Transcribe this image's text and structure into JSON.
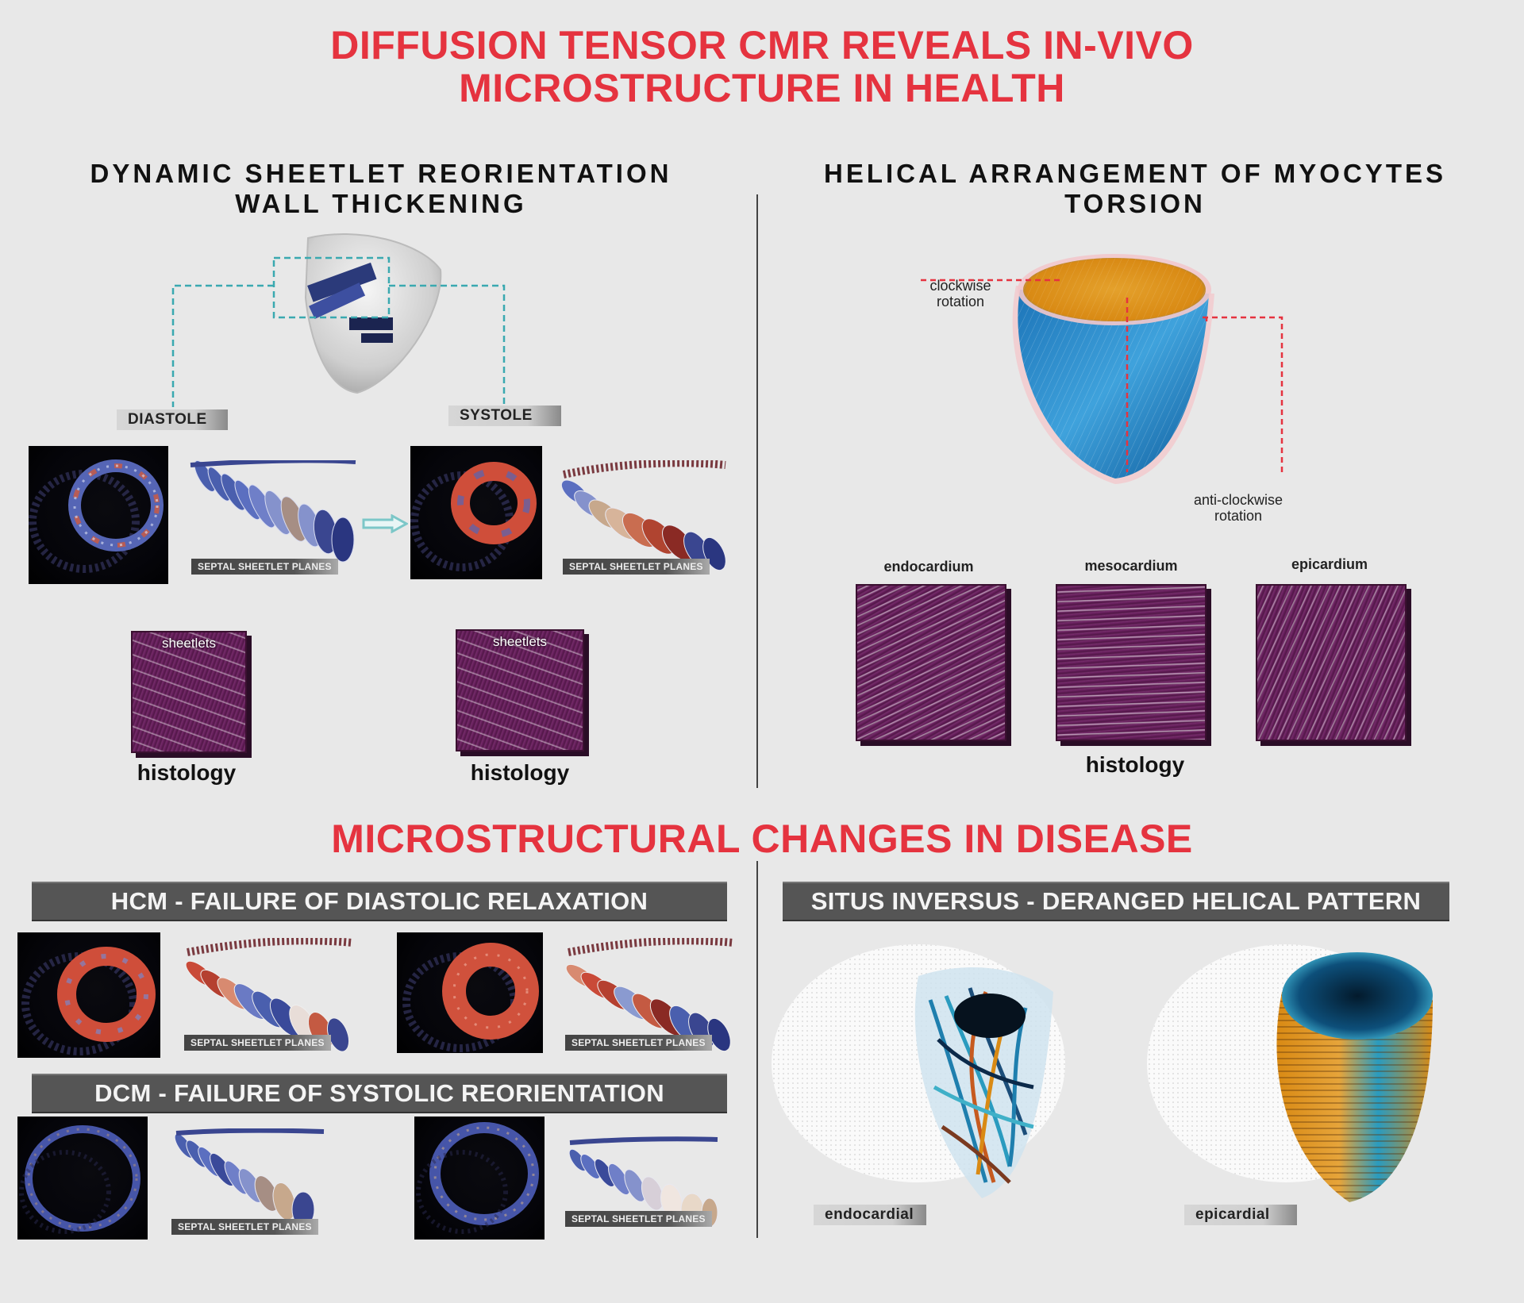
{
  "title": {
    "line1": "DIFFUSION TENSOR CMR REVEALS IN-VIVO",
    "line2": "MICROSTRUCTURE IN HEALTH"
  },
  "left_health": {
    "heading1": "DYNAMIC SHEETLET REORIENTATION",
    "heading2": "WALL THICKENING",
    "diastole": "DIASTOLE",
    "systole": "SYSTOLE",
    "sheet_label": "SEPTAL SHEETLET PLANES",
    "sheetlets": "sheetlets",
    "histology": "histology"
  },
  "right_health": {
    "heading1": "HELICAL ARRANGEMENT OF MYOCYTES",
    "heading2": "TORSION",
    "clockwise": "clockwise rotation",
    "anticlockwise": "anti-clockwise rotation",
    "layers": [
      "endocardium",
      "mesocardium",
      "epicardium"
    ],
    "histology": "histology"
  },
  "disease_title": "MICROSTRUCTURAL CHANGES IN DISEASE",
  "hcm": {
    "banner": "HCM - FAILURE OF DIASTOLIC RELAXATION",
    "sheet_label": "SEPTAL SHEETLET PLANES"
  },
  "dcm": {
    "banner": "DCM -  FAILURE OF SYSTOLIC REORIENTATION",
    "sheet_label": "SEPTAL SHEETLET PLANES"
  },
  "situs": {
    "banner": "SITUS INVERSUS  - DERANGED HELICAL PATTERN",
    "endocardial": "endocardial",
    "epicardial": "epicardial"
  },
  "colors": {
    "title_red": "#e5333f",
    "arrow_teal": "#7cc7c8",
    "dash_teal": "#3aa9b0",
    "dash_red": "#e5333f",
    "fiber_blue": "#2b7fc1",
    "fiber_orange": "#e69a1a"
  }
}
